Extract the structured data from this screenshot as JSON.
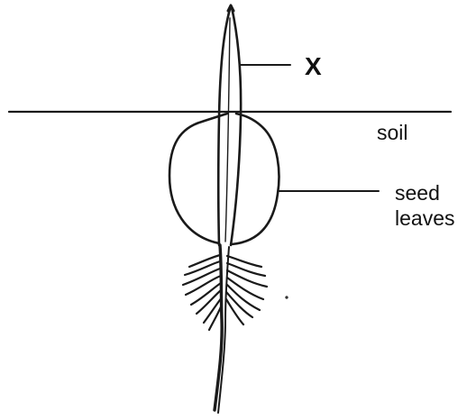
{
  "labels": {
    "x": "X",
    "soil": "soil",
    "seed_leaves_line1": "seed",
    "seed_leaves_line2": "leaves"
  },
  "colors": {
    "ink": "#1a1a1a",
    "background": "#ffffff"
  }
}
